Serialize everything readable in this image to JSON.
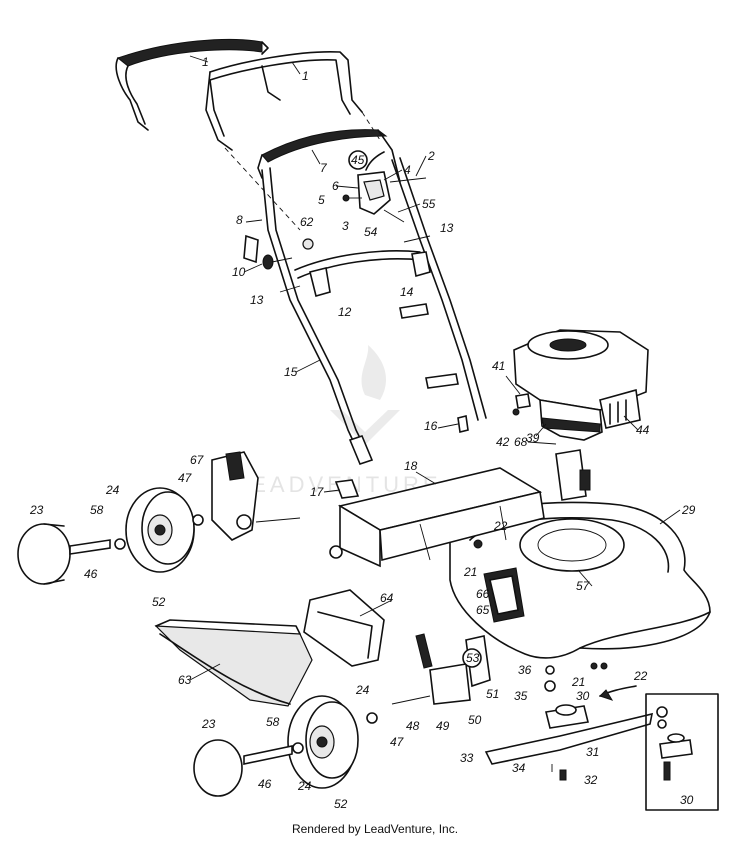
{
  "watermark": "LEADVENTURE",
  "footer": "Rendered by LeadVenture, Inc.",
  "callouts": [
    "1",
    "1",
    "7",
    "45",
    "2",
    "6",
    "4",
    "5",
    "3",
    "54",
    "55",
    "8",
    "62",
    "10",
    "13",
    "13",
    "12",
    "14",
    "15",
    "16",
    "41",
    "42",
    "39",
    "44",
    "67",
    "47",
    "24",
    "58",
    "23",
    "46",
    "52",
    "18",
    "17",
    "68",
    "29",
    "22",
    "21",
    "66",
    "65",
    "57",
    "64",
    "63",
    "53",
    "51",
    "50",
    "49",
    "48",
    "47",
    "24",
    "23",
    "58",
    "46",
    "24",
    "52",
    "36",
    "21",
    "22",
    "35",
    "30",
    "33",
    "31",
    "34",
    "32",
    "30"
  ]
}
